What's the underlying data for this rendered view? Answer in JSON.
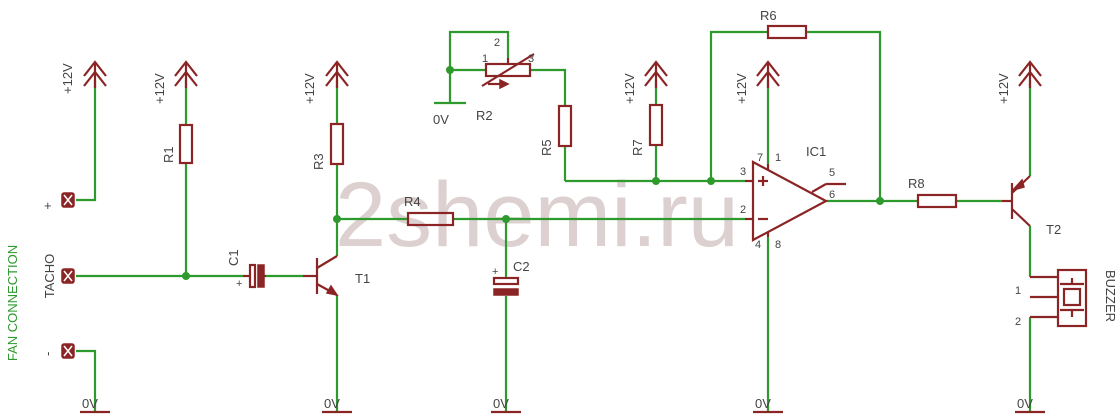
{
  "watermark": "2shemi.ru",
  "connector": {
    "title": "FAN CONNECTION",
    "tacho": "TACHO",
    "plus": "+",
    "minus": "-"
  },
  "power": {
    "vcc": "+12V",
    "gnd": "0V"
  },
  "components": {
    "R1": "R1",
    "R2": "R2",
    "R3": "R3",
    "R4": "R4",
    "R5": "R5",
    "R6": "R6",
    "R7": "R7",
    "R8": "R8",
    "C1": "C1",
    "C2": "C2",
    "T1": "T1",
    "T2": "T2",
    "IC1": "IC1",
    "BUZZER": "BUZZER"
  },
  "pins": {
    "r2_1": "1",
    "r2_2": "2",
    "r2_3": "3",
    "ic_7": "7",
    "ic_1": "1",
    "ic_3": "3",
    "ic_2": "2",
    "ic_4": "4",
    "ic_8": "8",
    "ic_5": "5",
    "ic_6": "6",
    "bz_1": "1",
    "bz_2": "2"
  },
  "colors": {
    "wire": "#2e9a2e",
    "symbol": "#8b2424",
    "text": "#444444"
  }
}
